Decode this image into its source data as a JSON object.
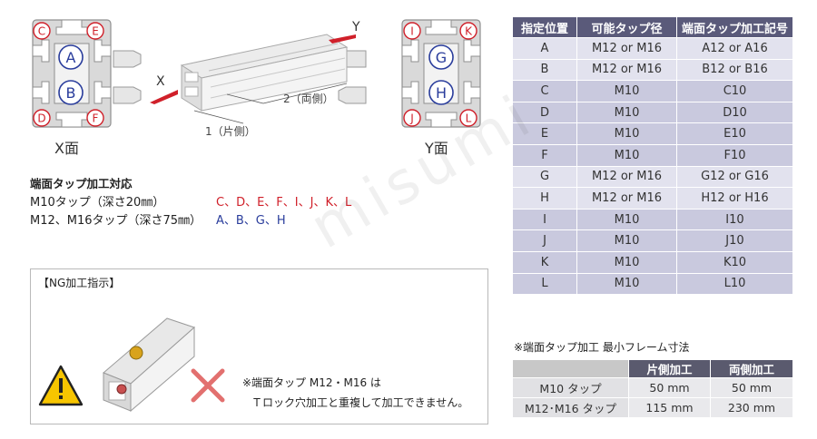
{
  "figure": {
    "x_face_label": "X面",
    "y_face_label": "Y面",
    "axis_x": "X",
    "axis_y": "Y",
    "dim_one_side": "1（片側）",
    "dim_both_sides": "2（両側）",
    "x_face_positions": [
      "C",
      "E",
      "A",
      "B",
      "D",
      "F"
    ],
    "y_face_positions": [
      "I",
      "K",
      "G",
      "H",
      "J",
      "L"
    ]
  },
  "tap_support": {
    "title": "端面タップ加工対応",
    "rows": [
      {
        "label": "M10タップ（深さ20㎜）",
        "positions": "C、D、E、F、I、J、K、L",
        "color": "#d0202a"
      },
      {
        "label": "M12、M16タップ（深さ75㎜）",
        "positions": "A、B、G、H",
        "color": "#2a3d9c"
      }
    ]
  },
  "ng": {
    "title": "【NG加工指示】",
    "warning_icon": "warning-triangle-icon",
    "cross_icon": "cross-mark-icon",
    "note_line1": "※端面タップ M12・M16 は",
    "note_line2": "Ｔロック穴加工と重複して加工できません。"
  },
  "position_table": {
    "headers": [
      "指定位置",
      "可能タップ径",
      "端面タップ加工記号"
    ],
    "rows": [
      [
        "A",
        "M12 or M16",
        "A12 or A16"
      ],
      [
        "B",
        "M12 or M16",
        "B12 or B16"
      ],
      [
        "C",
        "M10",
        "C10"
      ],
      [
        "D",
        "M10",
        "D10"
      ],
      [
        "E",
        "M10",
        "E10"
      ],
      [
        "F",
        "M10",
        "F10"
      ],
      [
        "G",
        "M12 or M16",
        "G12 or G16"
      ],
      [
        "H",
        "M12 or M16",
        "H12 or H16"
      ],
      [
        "I",
        "M10",
        "I10"
      ],
      [
        "J",
        "M10",
        "J10"
      ],
      [
        "K",
        "M10",
        "K10"
      ],
      [
        "L",
        "M10",
        "L10"
      ]
    ]
  },
  "min_frame": {
    "title": "※端面タップ加工  最小フレーム寸法",
    "headers": [
      "",
      "片側加工",
      "両側加工"
    ],
    "rows": [
      [
        "M10 タップ",
        "50 mm",
        "50 mm"
      ],
      [
        "M12･M16 タップ",
        "115 mm",
        "230 mm"
      ]
    ]
  },
  "watermark": "misumi"
}
